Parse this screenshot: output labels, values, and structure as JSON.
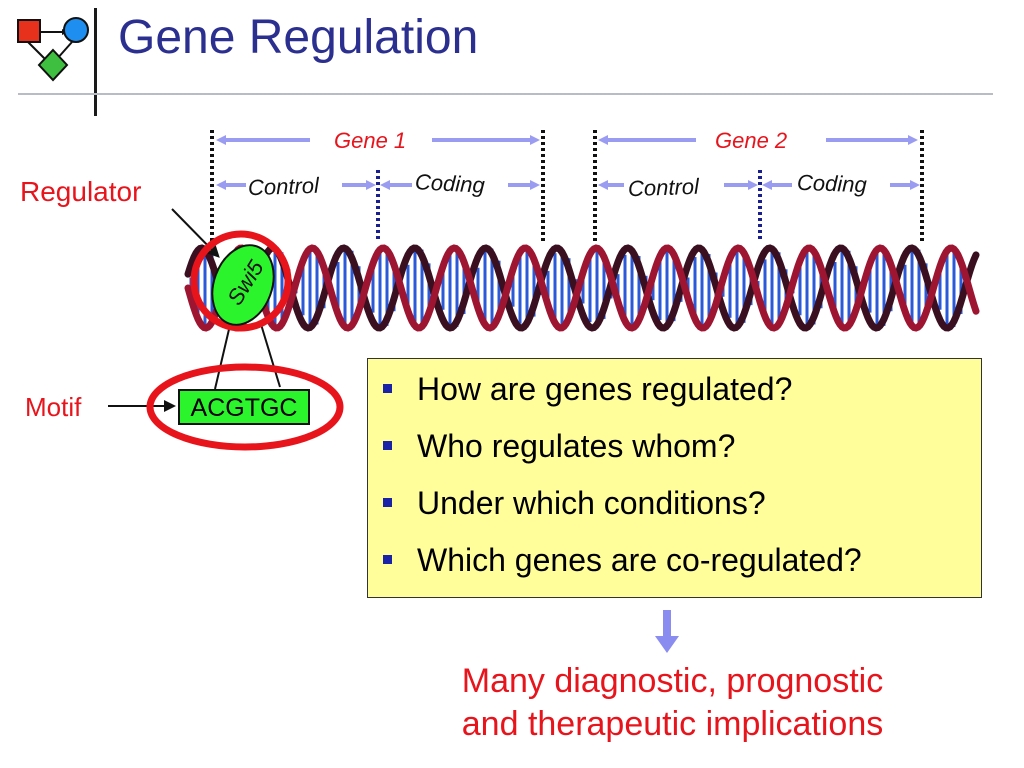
{
  "slide": {
    "title": "Gene Regulation",
    "logo_icon": "network-logo-icon"
  },
  "diagram": {
    "genes": [
      {
        "label": "Gene 1",
        "segments": [
          "Control",
          "Coding"
        ]
      },
      {
        "label": "Gene 2",
        "segments": [
          "Control",
          "Coding"
        ]
      }
    ],
    "regulator_label": "Regulator",
    "regulator_protein": "Swi5",
    "motif_label": "Motif",
    "motif_sequence": "ACGTGC",
    "colors": {
      "highlight_ring": "#e8141c",
      "protein": "#2cf42c",
      "arrow": "#9a9cf2",
      "strand_red": "#9e1531",
      "strand_dark": "#3a1020",
      "base_blue": "#2a5ad8"
    }
  },
  "questions": [
    "How are genes regulated?",
    "Who regulates whom?",
    "Under which conditions?",
    "Which genes are co-regulated?"
  ],
  "conclusion": {
    "line1": "Many diagnostic, prognostic",
    "line2": "and therapeutic implications"
  }
}
